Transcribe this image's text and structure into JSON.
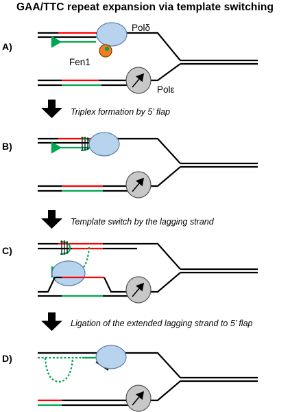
{
  "title": "GAA/TTC repeat expansion via template switching",
  "panels": [
    {
      "label": "A)",
      "step_after": "Triplex formation by 5’ flap"
    },
    {
      "label": "B)",
      "step_after": "Template switch by the lagging strand"
    },
    {
      "label": "C)",
      "step_after": "Ligation of the extended lagging strand to 5’ flap"
    },
    {
      "label": "D)",
      "step_after": ""
    }
  ],
  "proteins": {
    "pol_delta": "Polδ",
    "pol_epsilon": "Polε",
    "fen1": "Fen1"
  },
  "colors": {
    "dna": "#000000",
    "repeat_strand": "#ff0000",
    "nascent_strand": "#00a651",
    "pol_delta_fill": "#b7d3ee",
    "pol_epsilon_fill": "#c8c8c8",
    "fen1_fill": "#f47c20"
  }
}
